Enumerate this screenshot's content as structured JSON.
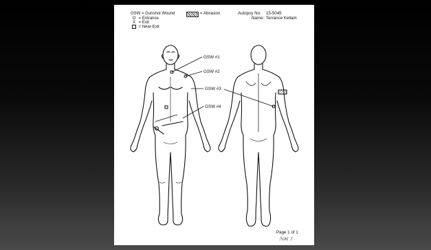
{
  "legend": {
    "gsw_def": "GSW = Gunshot Wound",
    "entrance": "= Entrance",
    "exit": "= Exit",
    "near_exit": "= Near-Exit",
    "abrasion": "= Abrasion",
    "entrance_symbol": "O",
    "exit_symbol": "X"
  },
  "case": {
    "autopsy_label": "Autopsy No:",
    "autopsy_no": "15-5045",
    "name_label": "Name:",
    "name": "Terrance Kellam"
  },
  "wounds": [
    "GSW #1",
    "GSW #2",
    "GSW #3",
    "GSW #4"
  ],
  "footer": {
    "page": "Page 1 of 1"
  },
  "colors": {
    "ink": "#111111",
    "paper": "#ffffff",
    "background_top": "#000000",
    "background_bottom": "#4a4a4a"
  }
}
